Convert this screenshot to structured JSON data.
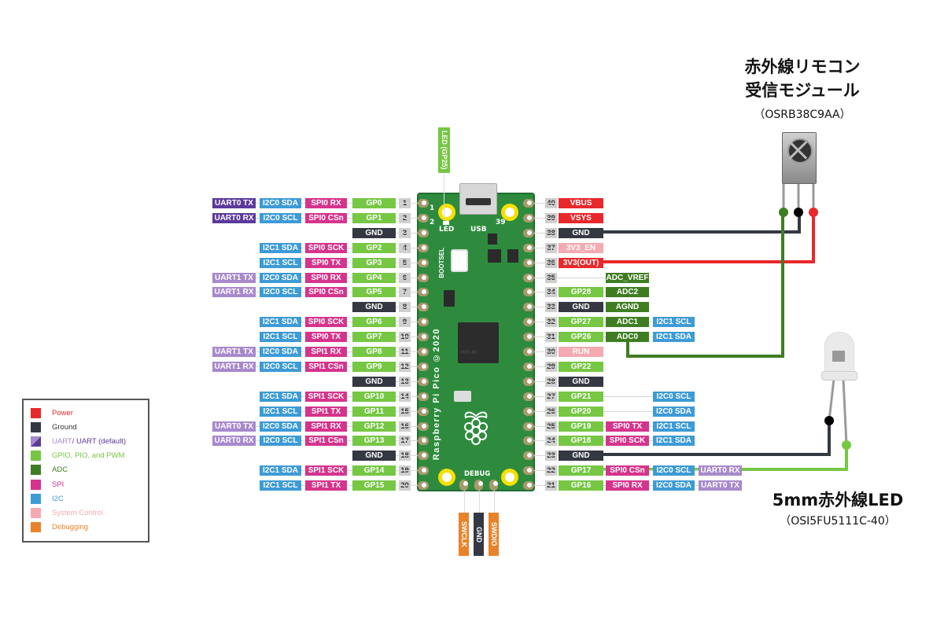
{
  "colors": {
    "power": "#e8282b",
    "ground": "#343842",
    "uart": "#a889cc",
    "uart_default": "#5b3a9a",
    "gpio": "#76c744",
    "adc": "#3f7d23",
    "spi": "#d5348c",
    "i2c": "#3d9bd6",
    "system": "#f4aab0",
    "debug": "#e8832a",
    "wire_green_dark": "#3f7d23",
    "wire_green_light": "#76c744",
    "wire_red": "#e8282b",
    "wire_black": "#343842"
  },
  "left_pins": [
    {
      "num": "1",
      "labels": [
        {
          "t": "GP0",
          "c": "gpio"
        },
        {
          "t": "SPI0 RX",
          "c": "spi"
        },
        {
          "t": "I2C0 SDA",
          "c": "i2c"
        },
        {
          "t": "UART0 TX",
          "c": "uart_default"
        }
      ]
    },
    {
      "num": "2",
      "labels": [
        {
          "t": "GP1",
          "c": "gpio"
        },
        {
          "t": "SPI0 CSn",
          "c": "spi"
        },
        {
          "t": "I2C0 SCL",
          "c": "i2c"
        },
        {
          "t": "UART0 RX",
          "c": "uart_default"
        }
      ]
    },
    {
      "num": "3",
      "labels": [
        {
          "t": "GND",
          "c": "ground"
        }
      ]
    },
    {
      "num": "4",
      "labels": [
        {
          "t": "GP2",
          "c": "gpio"
        },
        {
          "t": "SPI0 SCK",
          "c": "spi"
        },
        {
          "t": "I2C1 SDA",
          "c": "i2c"
        }
      ]
    },
    {
      "num": "5",
      "labels": [
        {
          "t": "GP3",
          "c": "gpio"
        },
        {
          "t": "SPI0 TX",
          "c": "spi"
        },
        {
          "t": "I2C1 SCL",
          "c": "i2c"
        }
      ]
    },
    {
      "num": "6",
      "labels": [
        {
          "t": "GP4",
          "c": "gpio"
        },
        {
          "t": "SPI0 RX",
          "c": "spi"
        },
        {
          "t": "I2C0 SDA",
          "c": "i2c"
        },
        {
          "t": "UART1 TX",
          "c": "uart"
        }
      ]
    },
    {
      "num": "7",
      "labels": [
        {
          "t": "GP5",
          "c": "gpio"
        },
        {
          "t": "SPI0 CSn",
          "c": "spi"
        },
        {
          "t": "I2C0 SCL",
          "c": "i2c"
        },
        {
          "t": "UART1 RX",
          "c": "uart"
        }
      ]
    },
    {
      "num": "8",
      "labels": [
        {
          "t": "GND",
          "c": "ground"
        }
      ]
    },
    {
      "num": "9",
      "labels": [
        {
          "t": "GP6",
          "c": "gpio"
        },
        {
          "t": "SPI0 SCK",
          "c": "spi"
        },
        {
          "t": "I2C1 SDA",
          "c": "i2c"
        }
      ]
    },
    {
      "num": "10",
      "labels": [
        {
          "t": "GP7",
          "c": "gpio"
        },
        {
          "t": "SPI0 TX",
          "c": "spi"
        },
        {
          "t": "I2C1 SCL",
          "c": "i2c"
        }
      ]
    },
    {
      "num": "11",
      "labels": [
        {
          "t": "GP8",
          "c": "gpio"
        },
        {
          "t": "SPI1 RX",
          "c": "spi"
        },
        {
          "t": "I2C0 SDA",
          "c": "i2c"
        },
        {
          "t": "UART1 TX",
          "c": "uart"
        }
      ]
    },
    {
      "num": "12",
      "labels": [
        {
          "t": "GP9",
          "c": "gpio"
        },
        {
          "t": "SPI1 CSn",
          "c": "spi"
        },
        {
          "t": "I2C0 SCL",
          "c": "i2c"
        },
        {
          "t": "UART1 RX",
          "c": "uart"
        }
      ]
    },
    {
      "num": "13",
      "labels": [
        {
          "t": "GND",
          "c": "ground"
        }
      ]
    },
    {
      "num": "14",
      "labels": [
        {
          "t": "GP10",
          "c": "gpio"
        },
        {
          "t": "SPI1 SCK",
          "c": "spi"
        },
        {
          "t": "I2C1 SDA",
          "c": "i2c"
        }
      ]
    },
    {
      "num": "15",
      "labels": [
        {
          "t": "GP11",
          "c": "gpio"
        },
        {
          "t": "SPI1 TX",
          "c": "spi"
        },
        {
          "t": "I2C1 SCL",
          "c": "i2c"
        }
      ]
    },
    {
      "num": "16",
      "labels": [
        {
          "t": "GP12",
          "c": "gpio"
        },
        {
          "t": "SPI1 RX",
          "c": "spi"
        },
        {
          "t": "I2C0 SDA",
          "c": "i2c"
        },
        {
          "t": "UART0 TX",
          "c": "uart"
        }
      ]
    },
    {
      "num": "17",
      "labels": [
        {
          "t": "GP13",
          "c": "gpio"
        },
        {
          "t": "SPI1 CSn",
          "c": "spi"
        },
        {
          "t": "I2C0 SCL",
          "c": "i2c"
        },
        {
          "t": "UART0 RX",
          "c": "uart"
        }
      ]
    },
    {
      "num": "18",
      "labels": [
        {
          "t": "GND",
          "c": "ground"
        }
      ]
    },
    {
      "num": "19",
      "labels": [
        {
          "t": "GP14",
          "c": "gpio"
        },
        {
          "t": "SPI1 SCK",
          "c": "spi"
        },
        {
          "t": "I2C1 SDA",
          "c": "i2c"
        }
      ]
    },
    {
      "num": "20",
      "labels": [
        {
          "t": "GP15",
          "c": "gpio"
        },
        {
          "t": "SPI1 TX",
          "c": "spi"
        },
        {
          "t": "I2C1 SCL",
          "c": "i2c"
        }
      ]
    }
  ],
  "right_pins": [
    {
      "num": "40",
      "labels": [
        {
          "t": "VBUS",
          "c": "power"
        }
      ]
    },
    {
      "num": "39",
      "labels": [
        {
          "t": "VSYS",
          "c": "power"
        }
      ]
    },
    {
      "num": "38",
      "labels": [
        {
          "t": "GND",
          "c": "ground"
        }
      ]
    },
    {
      "num": "37",
      "labels": [
        {
          "t": "3V3_EN",
          "c": "system"
        }
      ]
    },
    {
      "num": "36",
      "labels": [
        {
          "t": "3V3(OUT)",
          "c": "power"
        }
      ]
    },
    {
      "num": "35",
      "labels": [
        null,
        {
          "t": "ADC_VREF",
          "c": "adc"
        }
      ]
    },
    {
      "num": "34",
      "labels": [
        {
          "t": "GP28",
          "c": "gpio"
        },
        {
          "t": "ADC2",
          "c": "adc"
        }
      ]
    },
    {
      "num": "33",
      "labels": [
        {
          "t": "GND",
          "c": "ground"
        },
        {
          "t": "AGND",
          "c": "adc"
        }
      ]
    },
    {
      "num": "32",
      "labels": [
        {
          "t": "GP27",
          "c": "gpio"
        },
        {
          "t": "ADC1",
          "c": "adc"
        },
        {
          "t": "I2C1 SCL",
          "c": "i2c"
        }
      ]
    },
    {
      "num": "31",
      "labels": [
        {
          "t": "GP26",
          "c": "gpio"
        },
        {
          "t": "ADC0",
          "c": "adc"
        },
        {
          "t": "I2C1 SDA",
          "c": "i2c"
        }
      ]
    },
    {
      "num": "30",
      "labels": [
        {
          "t": "RUN",
          "c": "system"
        }
      ]
    },
    {
      "num": "29",
      "labels": [
        {
          "t": "GP22",
          "c": "gpio"
        }
      ]
    },
    {
      "num": "28",
      "labels": [
        {
          "t": "GND",
          "c": "ground"
        }
      ]
    },
    {
      "num": "27",
      "labels": [
        {
          "t": "GP21",
          "c": "gpio"
        },
        null,
        {
          "t": "I2C0 SCL",
          "c": "i2c"
        }
      ]
    },
    {
      "num": "26",
      "labels": [
        {
          "t": "GP20",
          "c": "gpio"
        },
        null,
        {
          "t": "I2C0 SDA",
          "c": "i2c"
        }
      ]
    },
    {
      "num": "25",
      "labels": [
        {
          "t": "GP19",
          "c": "gpio"
        },
        {
          "t": "SPI0 TX",
          "c": "spi"
        },
        {
          "t": "I2C1 SCL",
          "c": "i2c"
        }
      ]
    },
    {
      "num": "24",
      "labels": [
        {
          "t": "GP18",
          "c": "gpio"
        },
        {
          "t": "SPI0 SCK",
          "c": "spi"
        },
        {
          "t": "I2C1 SDA",
          "c": "i2c"
        }
      ]
    },
    {
      "num": "23",
      "labels": [
        {
          "t": "GND",
          "c": "ground"
        }
      ]
    },
    {
      "num": "22",
      "labels": [
        {
          "t": "GP17",
          "c": "gpio"
        },
        {
          "t": "SPI0 CSn",
          "c": "spi"
        },
        {
          "t": "I2C0 SCL",
          "c": "i2c"
        },
        {
          "t": "UART0 RX",
          "c": "uart"
        }
      ]
    },
    {
      "num": "21",
      "labels": [
        {
          "t": "GP16",
          "c": "gpio"
        },
        {
          "t": "SPI0 RX",
          "c": "spi"
        },
        {
          "t": "I2C0 SDA",
          "c": "i2c"
        },
        {
          "t": "UART0 TX",
          "c": "uart"
        }
      ]
    }
  ],
  "board": {
    "led_label": "LED (GP25)",
    "silk_led": "LED",
    "silk_usb": "USB",
    "silk_bootsel": "BOOTSEL",
    "silk_name": "Raspberry Pi Pico ©2020",
    "silk_debug": "DEBUG",
    "silk_pin1": "1",
    "silk_pin2": "2",
    "silk_pin39": "39",
    "chip_text": "RP2-B0"
  },
  "debug_pins": [
    {
      "label": "SWCLK",
      "c": "debug"
    },
    {
      "label": "GND",
      "c": "ground"
    },
    {
      "label": "SWDIO",
      "c": "debug"
    }
  ],
  "legend": [
    {
      "label": "Power",
      "c": "power"
    },
    {
      "label": "Ground",
      "c": "ground",
      "text_color": "#333333"
    },
    {
      "label": "UART",
      "label2": " / UART (default)",
      "c": "uart"
    },
    {
      "label": "GPIO, PIO, and PWM",
      "c": "gpio"
    },
    {
      "label": "ADC",
      "c": "adc"
    },
    {
      "label": "SPI",
      "c": "spi"
    },
    {
      "label": "I2C",
      "c": "i2c"
    },
    {
      "label": "System Control",
      "c": "system"
    },
    {
      "label": "Debugging",
      "c": "debug"
    }
  ],
  "ir_receiver": {
    "title_line1": "赤外線リモコン",
    "title_line2": "受信モジュール",
    "part_number": "（OSRB38C9AA）"
  },
  "ir_led": {
    "title": "5mm赤外線LED",
    "part_number": "（OSI5FU5111C-40）"
  }
}
